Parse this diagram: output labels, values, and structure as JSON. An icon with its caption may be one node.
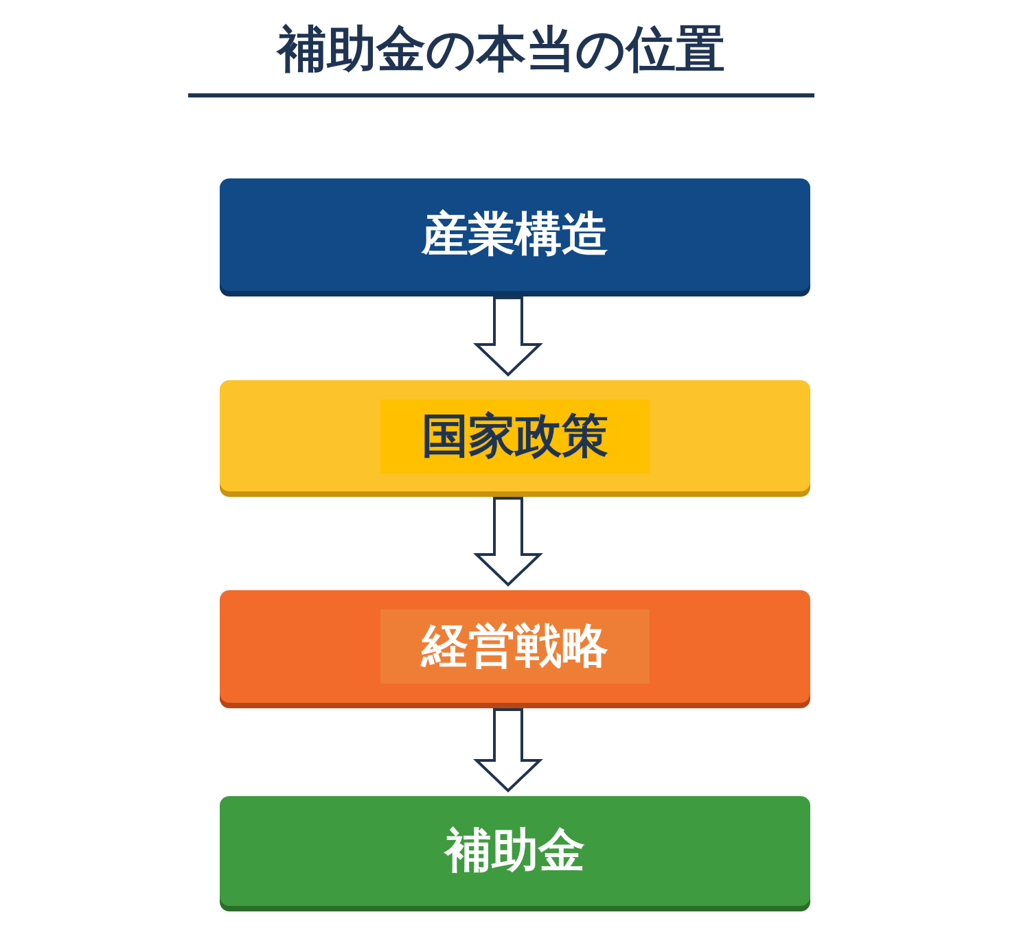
{
  "diagram": {
    "title": "補助金の本当の位置",
    "nodes": [
      {
        "text": [
          "産業構造"
        ]
      },
      {
        "text": [
          "国家政策"
        ]
      },
      {
        "text": [
          "経営戦略"
        ]
      },
      {
        "text": [
          "補助金"
        ]
      }
    ],
    "edges": [
      {
        "from": 0,
        "to": 1,
        "arrow": "to"
      },
      {
        "from": 1,
        "to": 2,
        "arrow": "to"
      },
      {
        "from": 2,
        "to": 3,
        "arrow": "to"
      }
    ]
  }
}
